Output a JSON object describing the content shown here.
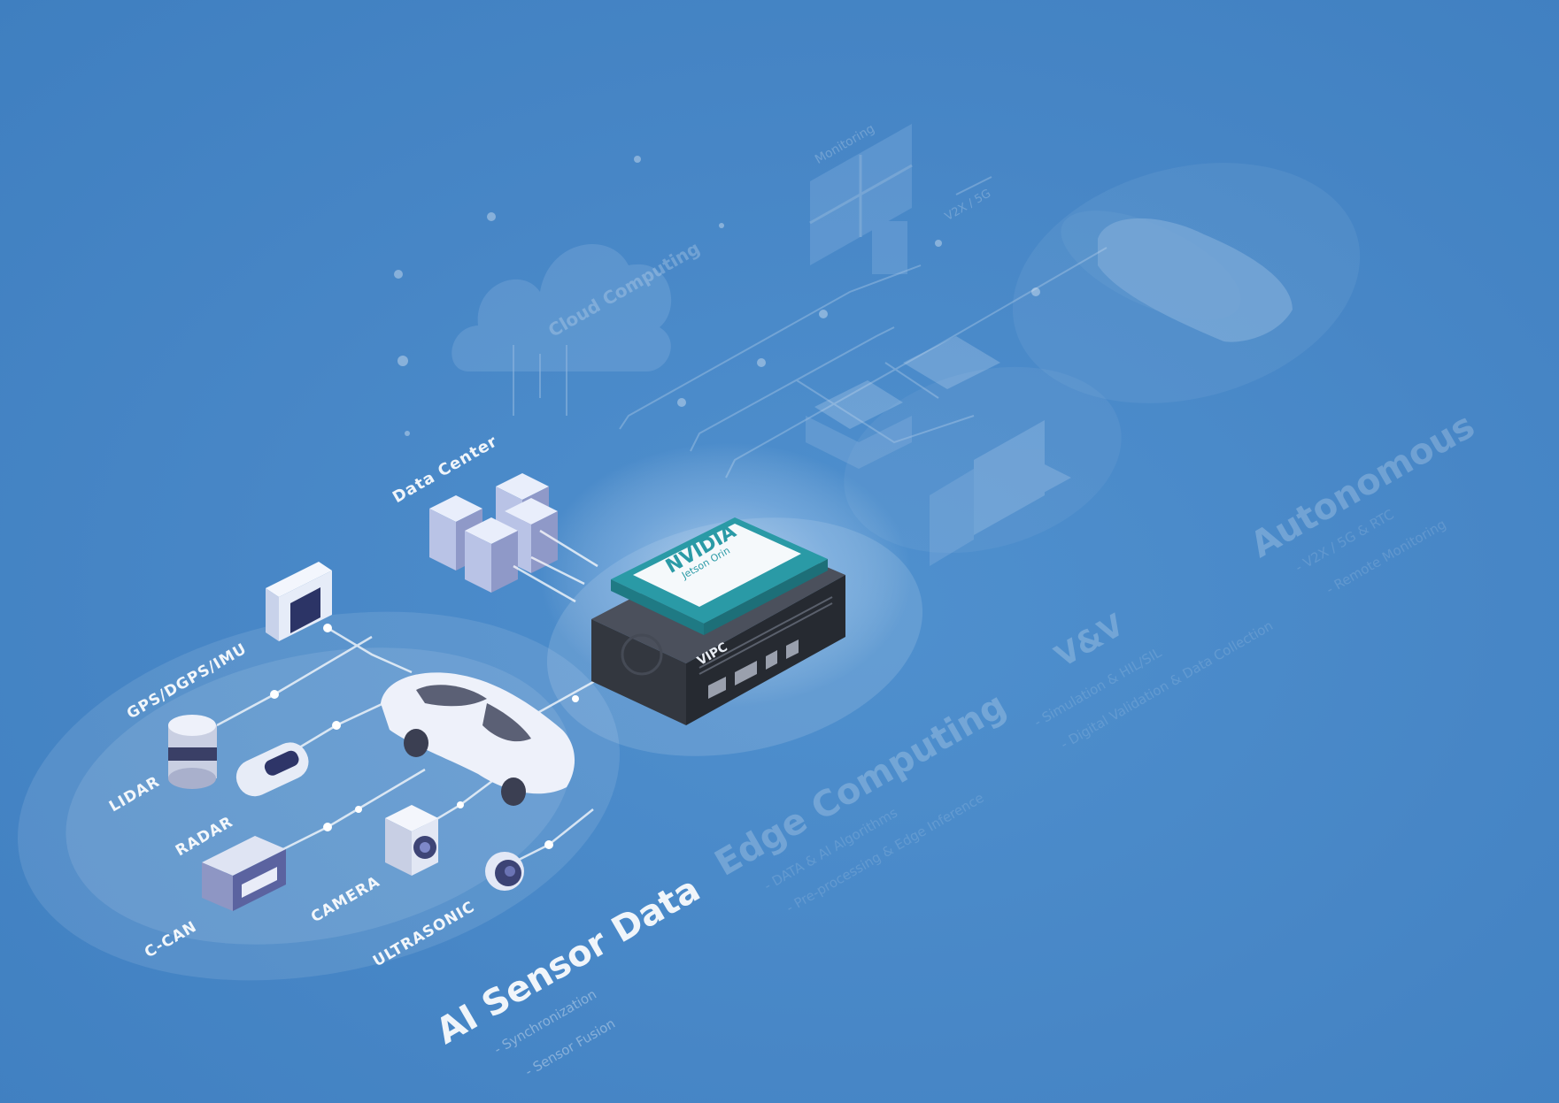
{
  "labels": {
    "gps": "GPS/DGPS/IMU",
    "lidar": "LIDAR",
    "radar": "RADAR",
    "ccan": "C-CAN",
    "camera": "CAMERA",
    "ultrasonic": "ULTRASONIC",
    "data_center": "Data Center",
    "cloud": "Cloud Computing",
    "monitoring": "Monitoring",
    "v2x": "V2X / 5G"
  },
  "device": {
    "brand": "NVIDIA",
    "module": "Jetson Orin",
    "vendor": "VIPC"
  },
  "sections": {
    "ai_sensor": {
      "title": "AI Sensor Data",
      "items": [
        "- Synchronization",
        "- Sensor Fusion"
      ]
    },
    "edge": {
      "title": "Edge Computing",
      "items": [
        "- DATA & AI Algorithms",
        "- Pre-processing & Edge Inference"
      ]
    },
    "vv": {
      "title": "V&V",
      "items": [
        "- Simulation & HIL/SIL",
        "- Digital Validation & Data Collection"
      ]
    },
    "autonomous": {
      "title": "Autonomous",
      "items": [
        "- V2X / 5G & RTC",
        "- Remote Monitoring"
      ]
    }
  },
  "colors": {
    "background": "#4a88c7",
    "accent": "#2a9aa6",
    "device": "#3a3f4a",
    "line": "#ffffff"
  }
}
